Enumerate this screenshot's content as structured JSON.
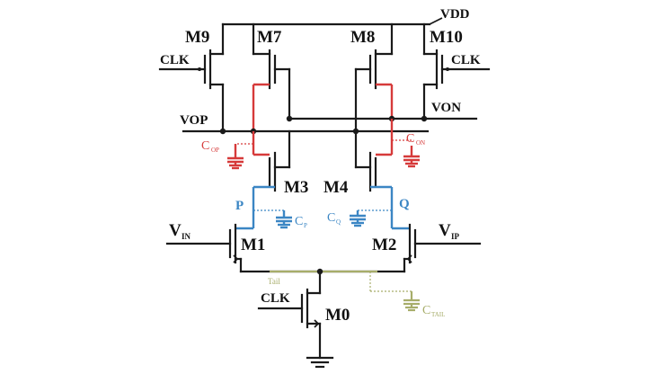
{
  "labels": {
    "vdd": "VDD",
    "m9": "M9",
    "m7": "M7",
    "m8": "M8",
    "m10": "M10",
    "clk_left": "CLK",
    "clk_right": "CLK",
    "clk_bottom": "CLK",
    "vop": "VOP",
    "von": "VON",
    "m3": "M3",
    "m4": "M4",
    "p": "P",
    "q": "Q",
    "m1": "M1",
    "m2": "M2",
    "m0": "M0",
    "tail": "Tail",
    "vin": "V",
    "vin_sub": "IN",
    "vip": "V",
    "vip_sub": "IP",
    "cop": "C",
    "cop_sub": "OP",
    "con": "C",
    "con_sub": "ON",
    "cp": "C",
    "cp_sub": "P",
    "cq": "C",
    "cq_sub": "Q",
    "ctail": "C",
    "ctail_sub": "TAIL"
  },
  "colors": {
    "wire": "#1a1a1a",
    "output_node": "#d63a3a",
    "internal_node": "#3b86c4",
    "tail_node": "#a7ad6a"
  }
}
